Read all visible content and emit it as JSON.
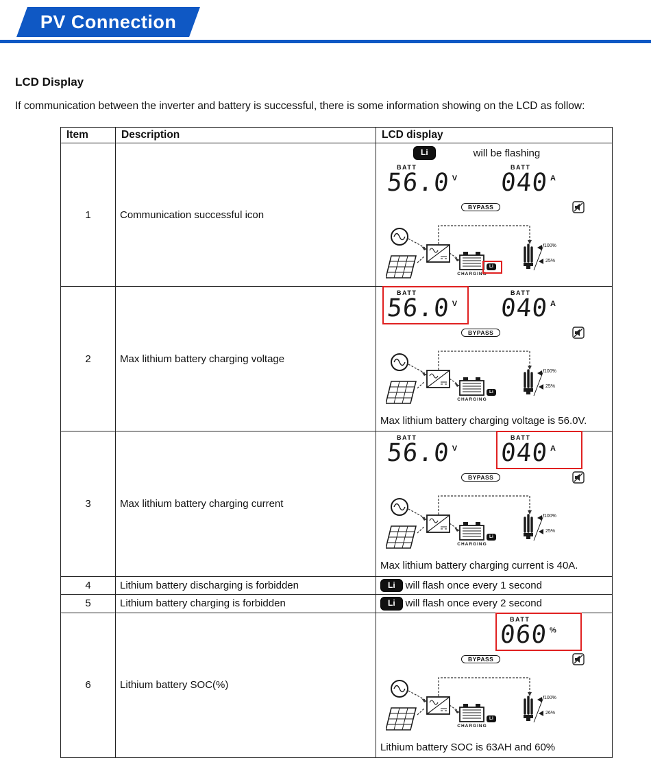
{
  "banner": {
    "title": "PV Connection"
  },
  "section": {
    "heading": "LCD Display",
    "intro": "If communication between the inverter and battery is successful, there is some information showing on the LCD as follow:"
  },
  "table": {
    "headers": {
      "item": "Item",
      "description": "Description",
      "lcd": "LCD display"
    },
    "rows": [
      {
        "item": "1",
        "description": "Communication successful icon",
        "badge": "Li",
        "note": "will be flashing",
        "lcd": {
          "batt": "BATT",
          "left_value": "56.0",
          "left_unit": "V",
          "right_value": "040",
          "right_unit": "A",
          "bypass": "BYPASS",
          "charging": "CHARGING",
          "li": "Li",
          "load_top": "100%",
          "load_bottom": "25%"
        }
      },
      {
        "item": "2",
        "description": "Max lithium battery charging voltage",
        "caption": "Max lithium battery charging voltage is 56.0V.",
        "lcd": {
          "batt": "BATT",
          "left_value": "56.0",
          "left_unit": "V",
          "right_value": "040",
          "right_unit": "A",
          "bypass": "BYPASS",
          "charging": "CHARGING",
          "li": "Li",
          "load_top": "100%",
          "load_bottom": "25%"
        }
      },
      {
        "item": "3",
        "description": "Max lithium battery charging current",
        "caption": "Max lithium battery charging current is 40A.",
        "lcd": {
          "batt": "BATT",
          "left_value": "56.0",
          "left_unit": "V",
          "right_value": "040",
          "right_unit": "A",
          "bypass": "BYPASS",
          "charging": "CHARGING",
          "li": "Li",
          "load_top": "100%",
          "load_bottom": "25%"
        }
      },
      {
        "item": "4",
        "description": "Lithium battery discharging is forbidden",
        "badge": "Li",
        "note": "will flash once every 1 second"
      },
      {
        "item": "5",
        "description": "Lithium battery charging is forbidden",
        "badge": "Li",
        "note": "will flash once every 2 second"
      },
      {
        "item": "6",
        "description": "Lithium battery SOC(%)",
        "caption": "Lithium battery SOC is 63AH and 60%",
        "lcd": {
          "batt": "BATT",
          "right_value": "060",
          "right_unit": "%",
          "bypass": "BYPASS",
          "charging": "CHARGING",
          "li": "Li",
          "load_top": "100%",
          "load_bottom": "26%"
        }
      }
    ]
  }
}
